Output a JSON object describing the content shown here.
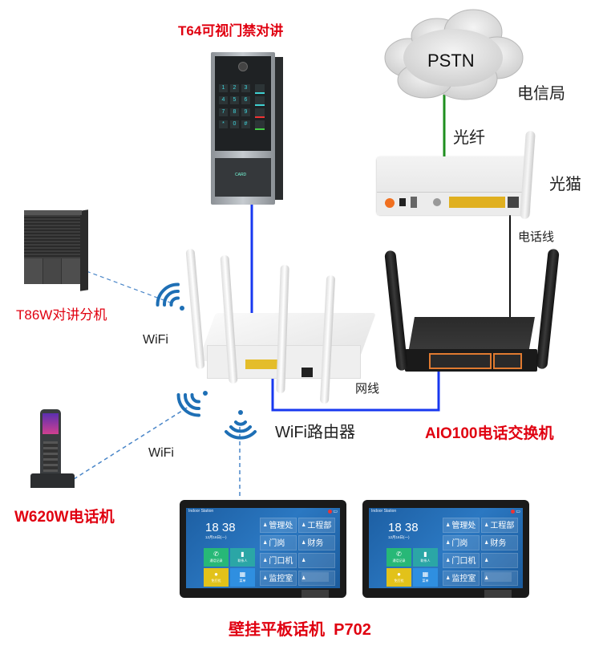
{
  "title": "T64 / AIO100 WiFi network intercom topology",
  "nodes": {
    "door_station": {
      "label": "T64可视门禁对讲"
    },
    "pstn": {
      "label": "PSTN",
      "caption": "电信局"
    },
    "fiber": {
      "label": "光纤"
    },
    "modem": {
      "label": "光猫"
    },
    "phone_line": {
      "label": "电话线"
    },
    "t86w": {
      "label": "T86W对讲分机"
    },
    "router": {
      "label": "WiFi路由器"
    },
    "network_cable": {
      "label": "网线"
    },
    "aio100": {
      "label": "AIO100电话交换机"
    },
    "w620w": {
      "label": "W620W电话机"
    },
    "p702": {
      "label": "壁挂平板话机  P702"
    }
  },
  "wifi_labels": [
    "WiFi",
    "WiFi"
  ],
  "keypad": [
    "1",
    "2",
    "3",
    "4",
    "5",
    "6",
    "7",
    "8",
    "9",
    "*",
    "0",
    "#"
  ],
  "card_label": "CARD",
  "panel_screen": {
    "title": "Indoor Station",
    "time": "18 38",
    "date": "12月16日(一)",
    "tiles": [
      {
        "label": "通话记录",
        "icon": "phone-icon",
        "color": "#27b877"
      },
      {
        "label": "联系人",
        "icon": "contact-icon",
        "color": "#2ba6a6"
      },
      {
        "label": "免打扰",
        "icon": "dnd-icon",
        "color": "#e2c21a"
      },
      {
        "label": "菜单",
        "icon": "menu-icon",
        "color": "#2f8fe0"
      }
    ],
    "contacts": [
      "管理处",
      "工程部",
      "门岗",
      "财务",
      "门口机",
      "",
      "监控室",
      ""
    ]
  },
  "colors": {
    "label_red": "#e00010",
    "ethernet_line": "#1838f0",
    "fiber_line": "#1f8f1f",
    "phone_line": "#111111",
    "wifi_link": "#4a86c8",
    "wifi_icon": "#1e6fb5"
  }
}
